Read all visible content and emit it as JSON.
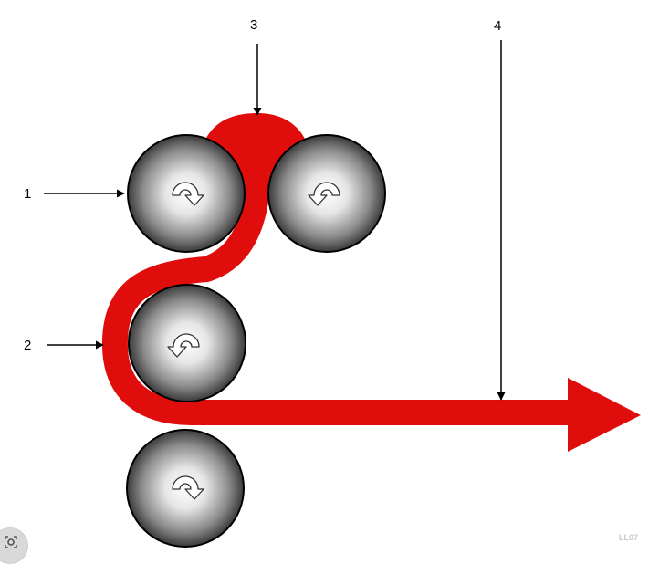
{
  "diagram": {
    "callouts": [
      {
        "id": "1",
        "label": "1"
      },
      {
        "id": "2",
        "label": "2"
      },
      {
        "id": "3",
        "label": "3"
      },
      {
        "id": "4",
        "label": "4"
      }
    ],
    "watermark": "LL07",
    "colors": {
      "strip": "#e00d0d",
      "roller_edge": "#000000",
      "roller_center": "#ffffff",
      "roller_dark": "#3a3a3a",
      "callout": "#000000"
    },
    "icons": {
      "roller_rotation": "curved-rotation-arrow-icon",
      "lens_button": "visual-search-lens-icon"
    }
  }
}
